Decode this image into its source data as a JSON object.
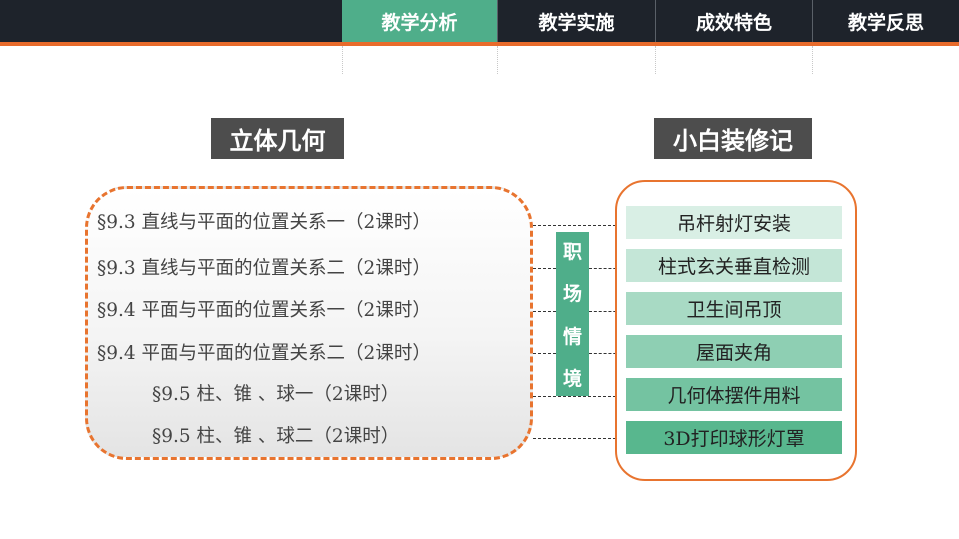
{
  "nav": {
    "tabs": [
      {
        "label": "教学分析",
        "active": true
      },
      {
        "label": "教学实施",
        "active": false
      },
      {
        "label": "成效特色",
        "active": false
      },
      {
        "label": "教学反思",
        "active": false
      }
    ]
  },
  "left": {
    "title": "立体几何",
    "lessons": [
      "§9.3 直线与平面的位置关系一（2课时）",
      "§9.3 直线与平面的位置关系二（2课时）",
      "§9.4 平面与平面的位置关系一（2课时）",
      "§9.4 平面与平面的位置关系二（2课时）",
      "§9.5 柱、锥 、球一（2课时）",
      "§9.5 柱、锥 、球二（2课时）"
    ]
  },
  "middle": {
    "chars": [
      "职",
      "场",
      "情",
      "境"
    ]
  },
  "right": {
    "title": "小白装修记",
    "scenes": [
      "吊杆射灯安装",
      "柱式玄关垂直检测",
      "卫生间吊顶",
      "屋面夹角",
      "几何体摆件用料",
      "3D打印球形灯罩"
    ]
  },
  "colors": {
    "accent_orange": "#e86b2b",
    "tab_green": "#4fae8a",
    "nav_dark": "#1e232b",
    "title_gray": "#4d4d4d",
    "scene_fills": [
      "#d9efe5",
      "#c4e6d7",
      "#a8dac4",
      "#8ecfb3",
      "#74c3a1",
      "#58b78e"
    ]
  }
}
